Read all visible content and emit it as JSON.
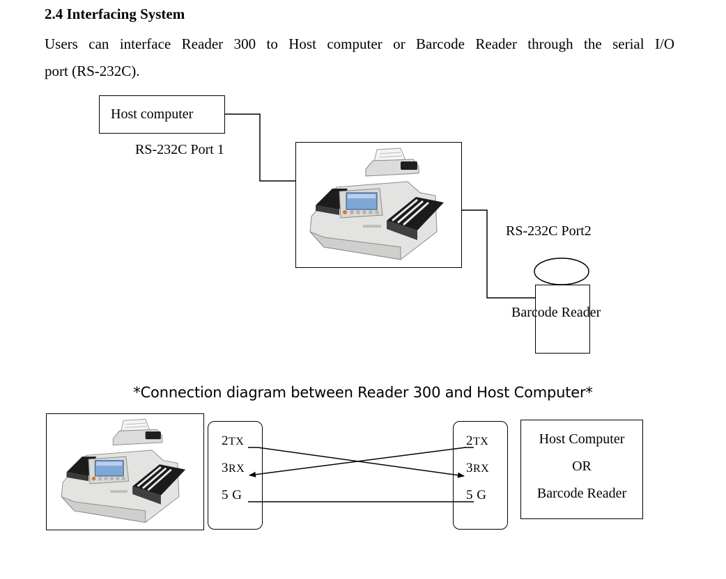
{
  "section": {
    "heading": "2.4 Interfacing System",
    "paragraph_line1": "Users can interface Reader 300 to Host computer or Barcode Reader through the serial I/O",
    "paragraph_line2": "port (RS-232C)."
  },
  "top_diagram": {
    "host_label": "Host computer",
    "port1_label": "RS-232C Port 1",
    "port2_label": "RS-232C Port2",
    "barcode_label": "Barcode Reader"
  },
  "connection_diagram": {
    "caption": "*Connection diagram between Reader 300 and Host Computer*",
    "left_pins": [
      {
        "num": "2",
        "sig": "TX"
      },
      {
        "num": "3",
        "sig": "RX"
      },
      {
        "num": "5",
        "sig": " G"
      }
    ],
    "right_pins": [
      {
        "num": "2",
        "sig": "TX"
      },
      {
        "num": "3",
        "sig": "RX"
      },
      {
        "num": "5",
        "sig": " G"
      }
    ],
    "target_line1": "Host Computer",
    "target_line2": "OR",
    "target_line3": "Barcode Reader"
  }
}
